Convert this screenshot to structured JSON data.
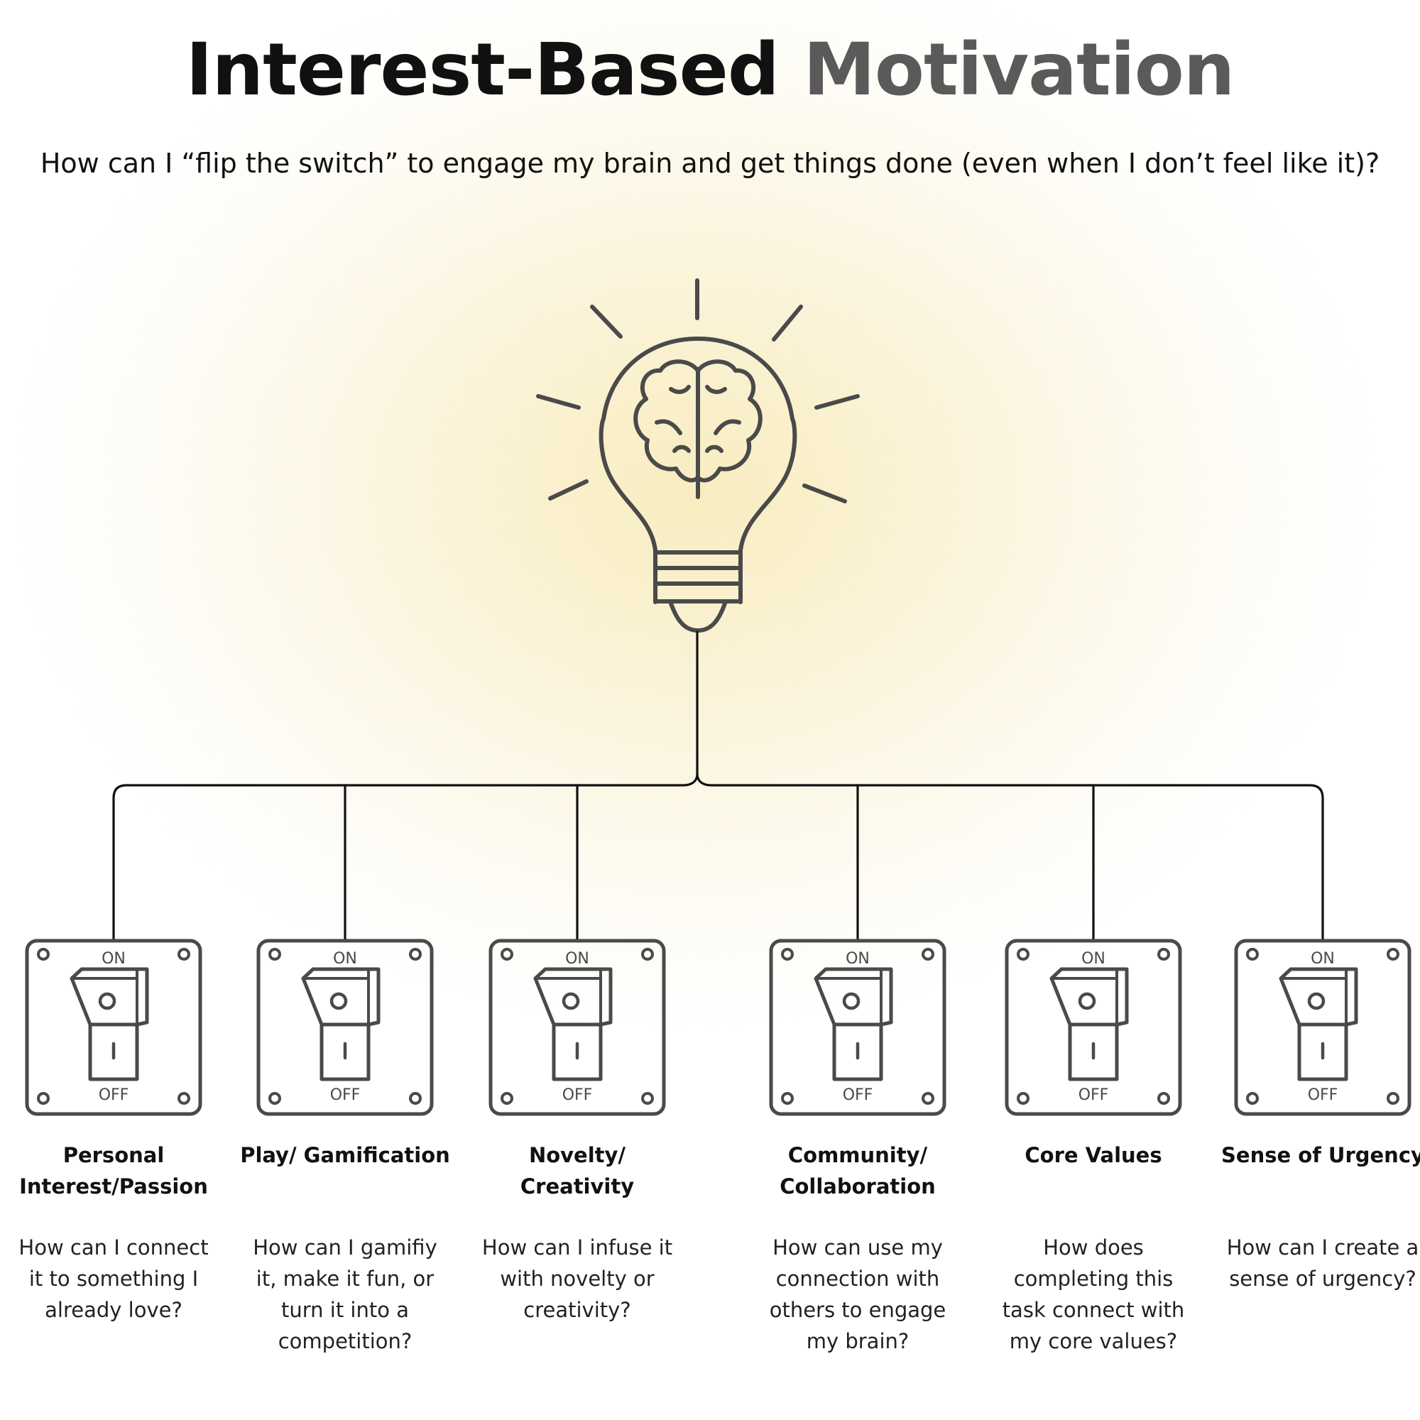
{
  "title": {
    "part1": "Interest-Based ",
    "part2": "Motivation"
  },
  "subtitle": "How can I “flip the switch” to engage my brain and get things done (even when I don’t feel like it)?",
  "switch_labels": {
    "on": "ON",
    "off": "OFF"
  },
  "colors": {
    "stroke": "#4a4a4a",
    "wire": "#111111",
    "glow": "#f8edc0"
  },
  "icons": {
    "bulb": "lightbulb-brain-icon",
    "switch": "toggle-switch-icon"
  },
  "categories": [
    {
      "name": "Personal Interest/Passion",
      "question": "How can I connect it to something I already love?"
    },
    {
      "name": "Play/ Gamification",
      "question": "How can I gamifiy it, make it fun, or turn it into a competition?"
    },
    {
      "name": "Novelty/ Creativity",
      "question": "How can I infuse it with novelty or creativity?"
    },
    {
      "name": "Community/ Collaboration",
      "question": "How can use my connection with others to engage my brain?"
    },
    {
      "name": "Core Values",
      "question": "How does completing this task connect with my core values?"
    },
    {
      "name": "Sense of Urgency",
      "question": "How can I create a sense of urgency?"
    }
  ]
}
